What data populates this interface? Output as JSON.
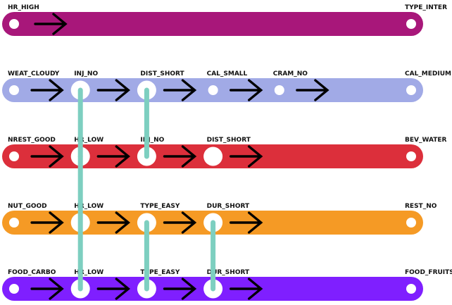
{
  "lines": [
    {
      "id": "line-1",
      "color": "#a8177a",
      "stops": [
        {
          "label": "HR_HIGH",
          "big": false
        },
        {
          "label": "TYPE_INTER",
          "big": false
        }
      ]
    },
    {
      "id": "line-2",
      "color": "#a1aae6",
      "stops": [
        {
          "label": "WEAT_CLOUDY",
          "big": false
        },
        {
          "label": "INJ_NO",
          "big": true
        },
        {
          "label": "DIST_SHORT",
          "big": true
        },
        {
          "label": "CAL_SMALL",
          "big": false
        },
        {
          "label": "CRAM_NO",
          "big": false
        },
        {
          "label": "CAL_MEDIUM",
          "big": false
        }
      ]
    },
    {
      "id": "line-3",
      "color": "#dc2f3b",
      "stops": [
        {
          "label": "NREST_GOOD",
          "big": false
        },
        {
          "label": "HR_LOW",
          "big": true
        },
        {
          "label": "INJ_NO",
          "big": true
        },
        {
          "label": "DIST_SHORT",
          "big": true
        },
        {
          "label": "BEV_WATER",
          "big": false
        }
      ]
    },
    {
      "id": "line-4",
      "color": "#f59a25",
      "stops": [
        {
          "label": "NUT_GOOD",
          "big": false
        },
        {
          "label": "HR_LOW",
          "big": true
        },
        {
          "label": "TYPE_EASY",
          "big": true
        },
        {
          "label": "DUR_SHORT",
          "big": true
        },
        {
          "label": "REST_NO",
          "big": false
        }
      ]
    },
    {
      "id": "line-5",
      "color": "#7f1fff",
      "stops": [
        {
          "label": "FOOD_CARBO",
          "big": false
        },
        {
          "label": "HR_LOW",
          "big": true
        },
        {
          "label": "TYPE_EASY",
          "big": true
        },
        {
          "label": "DUR_SHORT",
          "big": true
        },
        {
          "label": "FOOD_FRUITS",
          "big": false
        }
      ]
    }
  ],
  "transfers": [
    {
      "label": "INJ_NO",
      "from_line": 2,
      "to_line": 3
    },
    {
      "label": "DIST_SHORT",
      "from_line": 2,
      "to_line": 3
    },
    {
      "label": "HR_LOW",
      "from_line": 3,
      "to_line": 5
    },
    {
      "label": "TYPE_EASY",
      "from_line": 4,
      "to_line": 5
    },
    {
      "label": "DUR_SHORT",
      "from_line": 4,
      "to_line": 5
    }
  ],
  "transfer_color": "#7dcfc0",
  "arrow_color": "#000000"
}
